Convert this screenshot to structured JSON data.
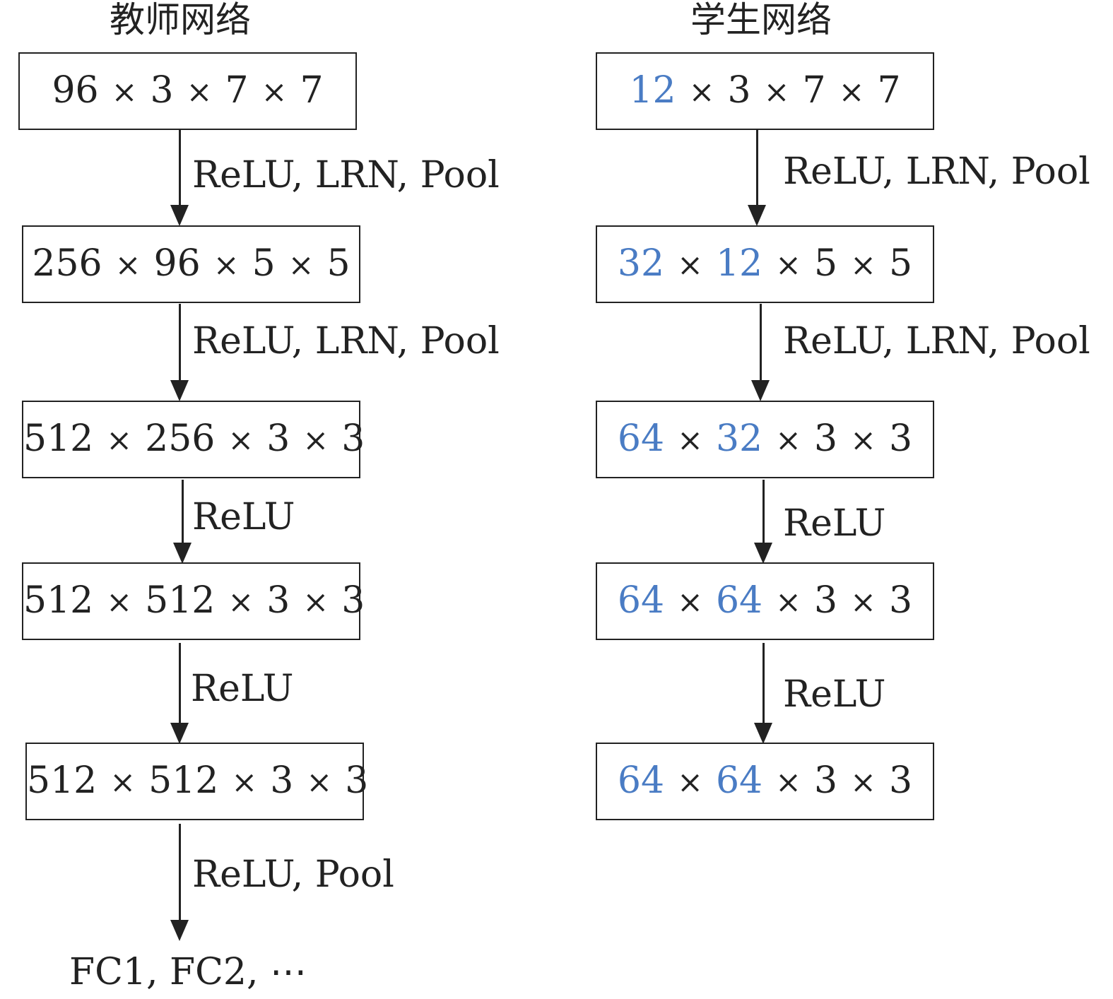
{
  "teacher": {
    "title": "教师网络",
    "layers": [
      {
        "dims": [
          "96",
          "3",
          "7",
          "7"
        ]
      },
      {
        "dims": [
          "256",
          "96",
          "5",
          "5"
        ]
      },
      {
        "dims": [
          "512",
          "256",
          "3",
          "3"
        ]
      },
      {
        "dims": [
          "512",
          "512",
          "3",
          "3"
        ]
      },
      {
        "dims": [
          "512",
          "512",
          "3",
          "3"
        ]
      }
    ],
    "edges": [
      "ReLU, LRN, Pool",
      "ReLU, LRN, Pool",
      "ReLU",
      "ReLU",
      "ReLU, Pool"
    ],
    "output": "FC1, FC2, ⋯"
  },
  "student": {
    "title": "学生网络",
    "layers": [
      {
        "dims": [
          "12",
          "3",
          "7",
          "7"
        ]
      },
      {
        "dims": [
          "32",
          "12",
          "5",
          "5"
        ]
      },
      {
        "dims": [
          "64",
          "32",
          "3",
          "3"
        ]
      },
      {
        "dims": [
          "64",
          "64",
          "3",
          "3"
        ]
      },
      {
        "dims": [
          "64",
          "64",
          "3",
          "3"
        ]
      }
    ],
    "edges": [
      "ReLU, LRN, Pool",
      "ReLU, LRN, Pool",
      "ReLU",
      "ReLU"
    ]
  },
  "symbols": {
    "times": "×"
  },
  "colors": {
    "highlight": "#4a7cc4",
    "ink": "#222222"
  }
}
